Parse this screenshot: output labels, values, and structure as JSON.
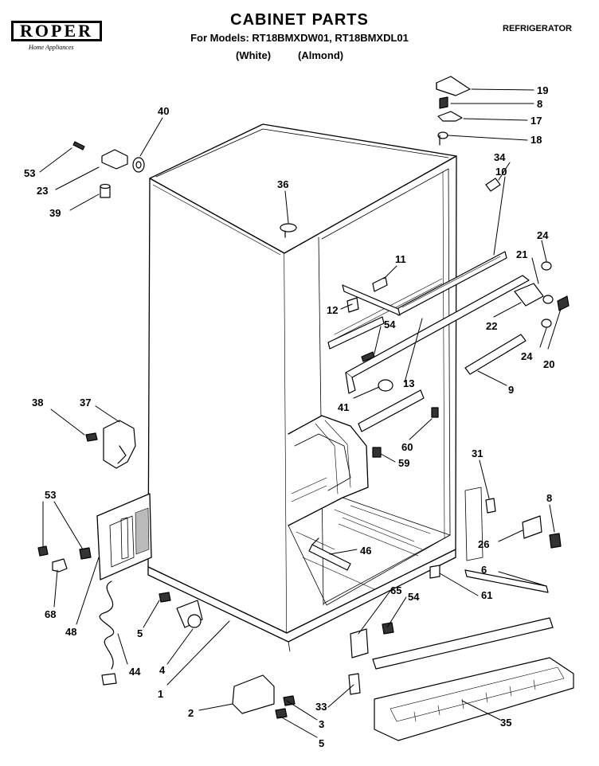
{
  "header": {
    "brand": "ROPER",
    "brand_sub": "Home Appliances",
    "title": "CABINET PARTS",
    "models": "For Models: RT18BMXDW01, RT18BMXDL01",
    "color_white": "(White)",
    "color_almond": "(Almond)",
    "product": "REFRIGERATOR"
  },
  "callouts": [
    {
      "id": "c19a",
      "label": "19"
    },
    {
      "id": "c8a",
      "label": "8"
    },
    {
      "id": "c17",
      "label": "17"
    },
    {
      "id": "c18",
      "label": "18"
    },
    {
      "id": "c34",
      "label": "34"
    },
    {
      "id": "c10",
      "label": "10"
    },
    {
      "id": "c40",
      "label": "40"
    },
    {
      "id": "c53a",
      "label": "53"
    },
    {
      "id": "c23",
      "label": "23"
    },
    {
      "id": "c39",
      "label": "39"
    },
    {
      "id": "c36",
      "label": "36"
    },
    {
      "id": "c11",
      "label": "11"
    },
    {
      "id": "c12",
      "label": "12"
    },
    {
      "id": "c54a",
      "label": "54"
    },
    {
      "id": "c24a",
      "label": "24"
    },
    {
      "id": "c21",
      "label": "21"
    },
    {
      "id": "c22",
      "label": "22"
    },
    {
      "id": "c24b",
      "label": "24"
    },
    {
      "id": "c20",
      "label": "20"
    },
    {
      "id": "c13",
      "label": "13"
    },
    {
      "id": "c9",
      "label": "9"
    },
    {
      "id": "c41",
      "label": "41"
    },
    {
      "id": "c38",
      "label": "38"
    },
    {
      "id": "c37",
      "label": "37"
    },
    {
      "id": "c60",
      "label": "60"
    },
    {
      "id": "c59",
      "label": "59"
    },
    {
      "id": "c31",
      "label": "31"
    },
    {
      "id": "c8b",
      "label": "8"
    },
    {
      "id": "c26",
      "label": "26"
    },
    {
      "id": "c53b",
      "label": "53"
    },
    {
      "id": "c46",
      "label": "46"
    },
    {
      "id": "c6",
      "label": "6"
    },
    {
      "id": "c61",
      "label": "61"
    },
    {
      "id": "c68",
      "label": "68"
    },
    {
      "id": "c48",
      "label": "48"
    },
    {
      "id": "c65",
      "label": "65"
    },
    {
      "id": "c54b",
      "label": "54"
    },
    {
      "id": "c5a",
      "label": "5"
    },
    {
      "id": "c4",
      "label": "4"
    },
    {
      "id": "c44",
      "label": "44"
    },
    {
      "id": "c1",
      "label": "1"
    },
    {
      "id": "c2",
      "label": "2"
    },
    {
      "id": "c33",
      "label": "33"
    },
    {
      "id": "c3",
      "label": "3"
    },
    {
      "id": "c5b",
      "label": "5"
    },
    {
      "id": "c35",
      "label": "35"
    }
  ]
}
